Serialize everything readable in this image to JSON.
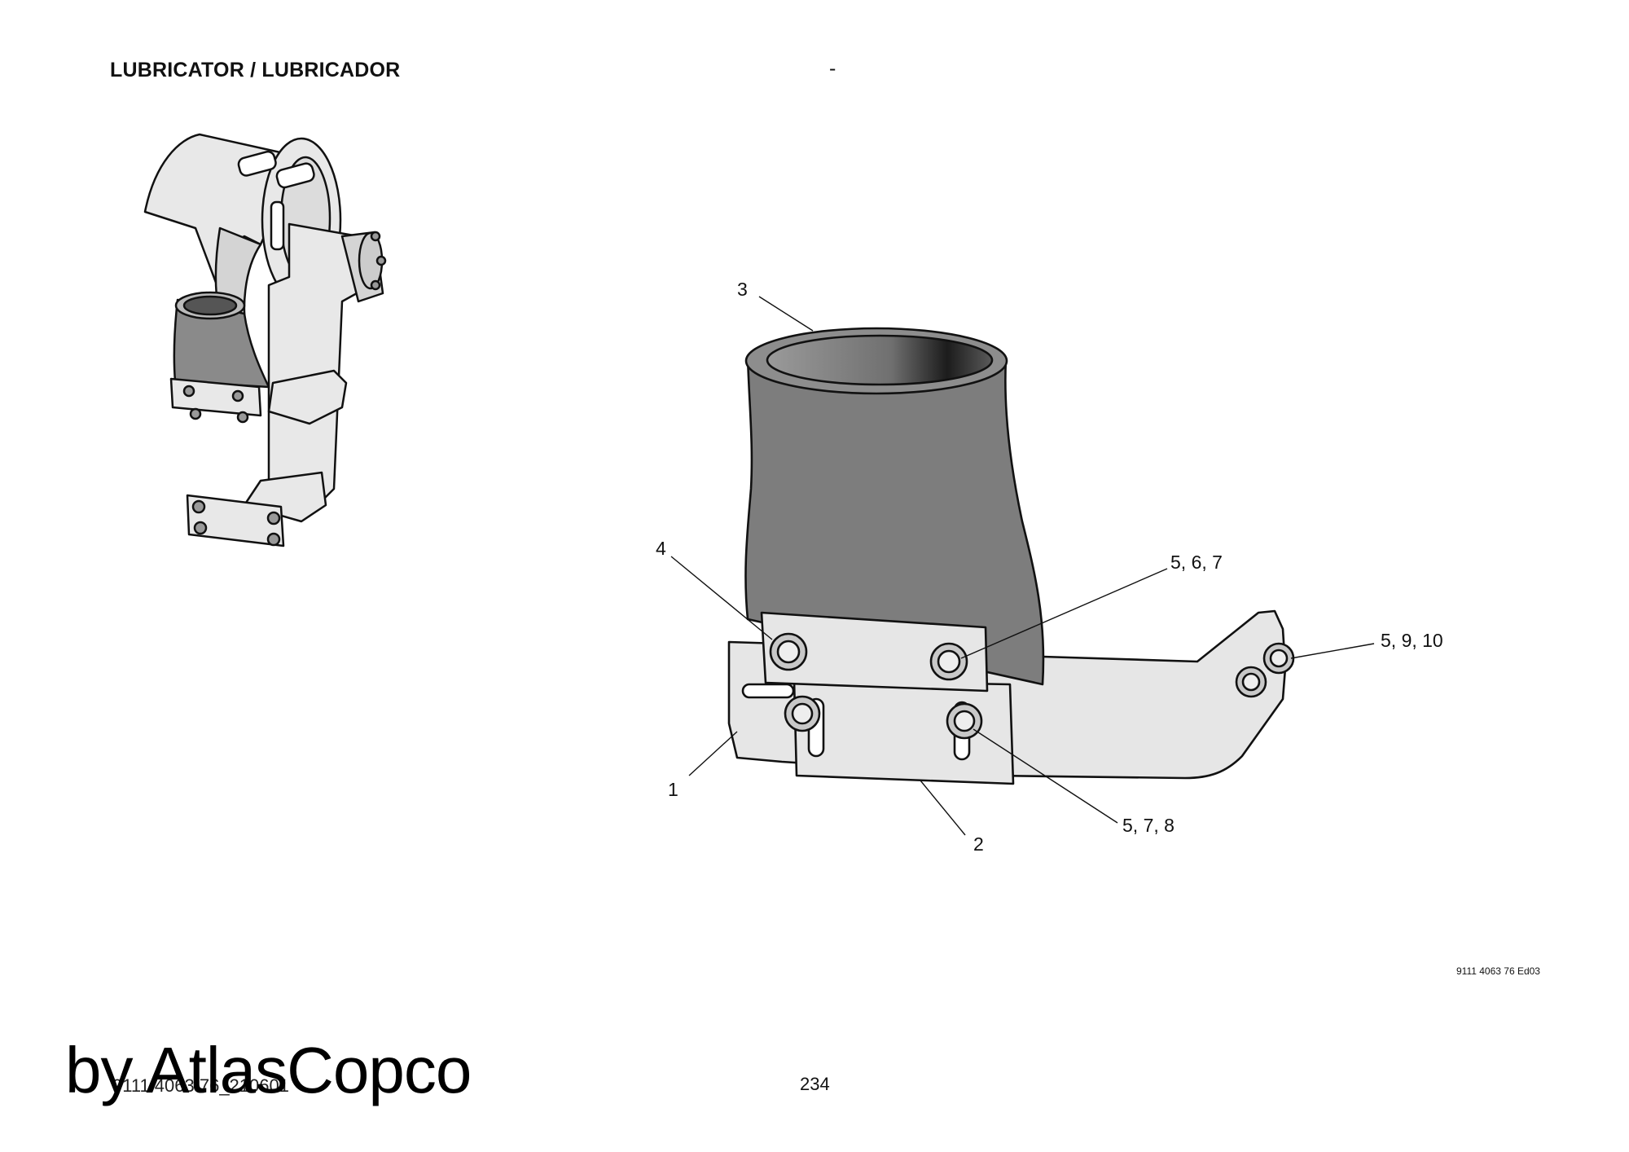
{
  "header": {
    "title": "LUBRICATOR / LUBRICADOR",
    "center_mark": "-"
  },
  "callouts": {
    "c3": "3",
    "c4": "4",
    "c567": "5, 6, 7",
    "c5910": "5, 9, 10",
    "c1": "1",
    "c2": "2",
    "c578": "5, 7, 8"
  },
  "footer": {
    "doc_ref": "9111 4063 76 Ed03",
    "file_code": "9111 4063 76_210601",
    "page_number": "234",
    "watermark": "by AtlasCopco"
  },
  "colors": {
    "rubber": "#7d7d7d",
    "metal": "#e6e6e6",
    "line": "#111111"
  }
}
